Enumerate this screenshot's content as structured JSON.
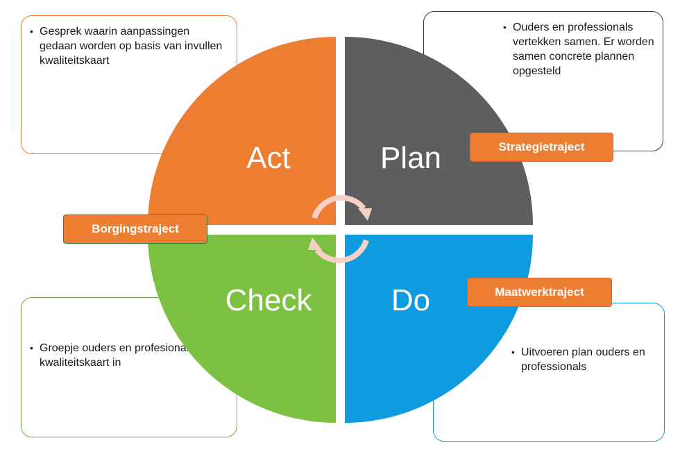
{
  "diagram": {
    "quadrants": [
      {
        "id": "act",
        "label": "Act",
        "color": "#ED7D31"
      },
      {
        "id": "plan",
        "label": "Plan",
        "color": "#5E5E60"
      },
      {
        "id": "check",
        "label": "Check",
        "color": "#7DC142"
      },
      {
        "id": "do",
        "label": "Do",
        "color": "#0E9BE0"
      }
    ],
    "cycle_arrow_color": "#F7D0C6"
  },
  "cards": {
    "act": "Gesprek waarin aanpassingen gedaan worden op basis van invullen kwaliteitskaart",
    "plan": "Ouders en professionals vertekken samen. Er worden samen concrete plannen opgesteld",
    "check": "Groepje ouders en profesionals vullen kwaliteitskaart in",
    "do": "Uitvoeren plan ouders en professionals"
  },
  "tags": {
    "strategie": "Strategietraject",
    "borging": "Borgingstraject",
    "maatwerk": "Maatwerktraject"
  }
}
